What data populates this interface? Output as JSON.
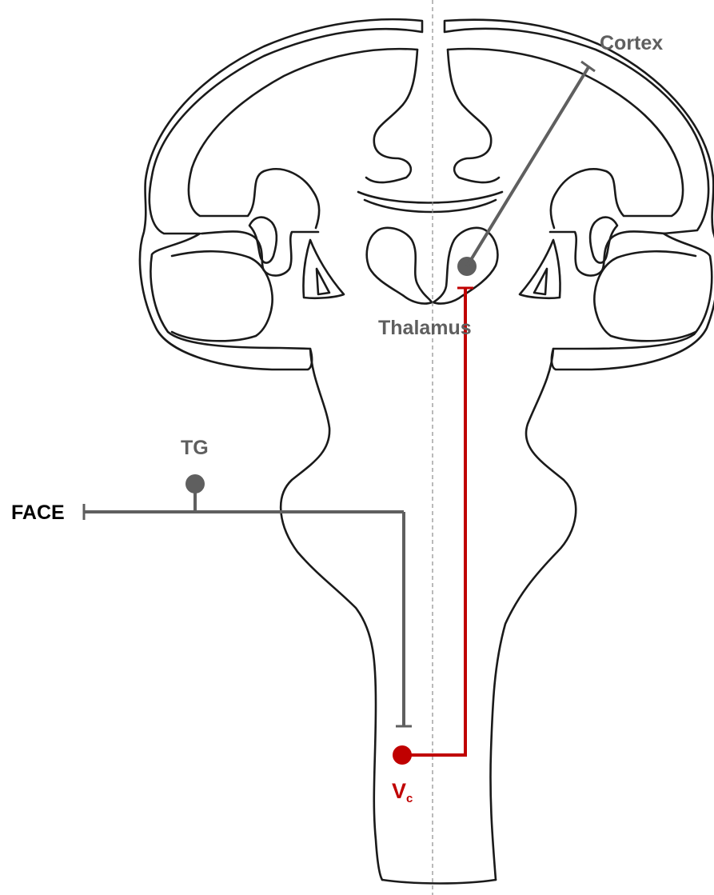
{
  "labels": {
    "cortex": "Cortex",
    "thalamus": "Thalamus",
    "tg": "TG",
    "face": "FACE",
    "vc_main": "V",
    "vc_sub": "c"
  },
  "colors": {
    "pathway_gray": "#5f5f5f",
    "pathway_red": "#c00000",
    "outline": "#1a1a1a",
    "midline": "#8c8c8c"
  }
}
